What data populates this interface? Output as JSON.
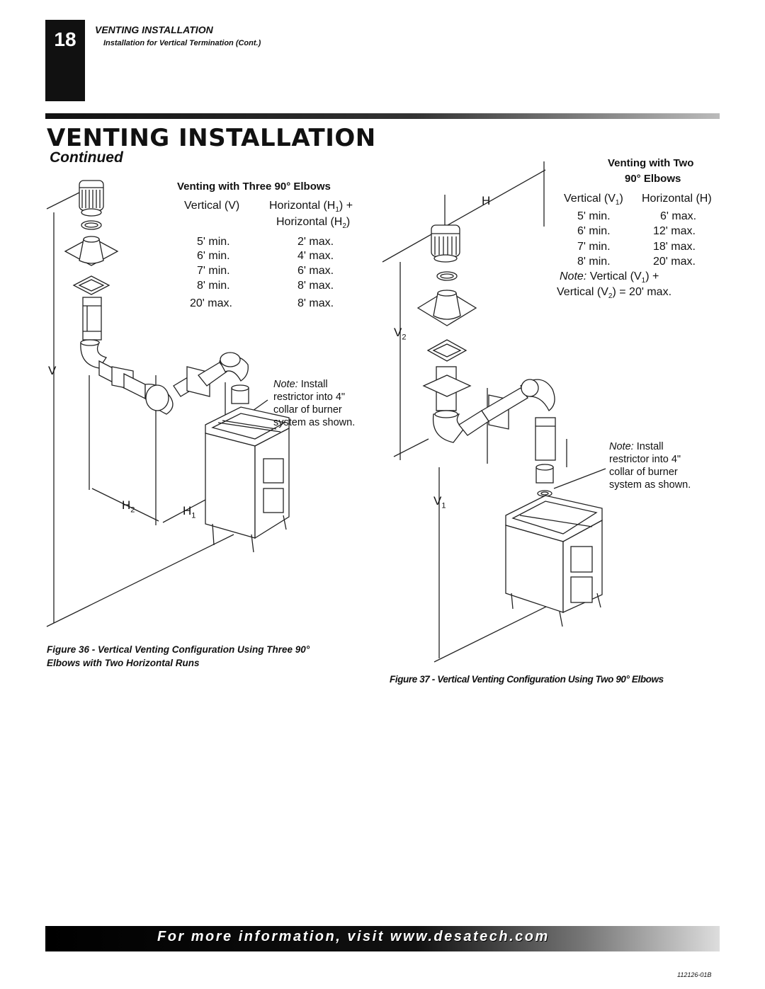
{
  "header": {
    "page_number": "18",
    "section_title": "VENTING INSTALLATION",
    "section_subtitle": "Installation for Vertical Termination (Cont.)"
  },
  "title": {
    "main": "VENTING INSTALLATION",
    "continued": "Continued"
  },
  "fig36": {
    "table": {
      "title": "Venting with Three 90° Elbows",
      "col_vertical": "Vertical (V)",
      "col_horizontal_a": "Horizontal (H",
      "sub1": "1",
      "plus": ") +",
      "col_horizontal_b": "Horizontal (H",
      "sub2": "2",
      "close": ")",
      "rows": [
        [
          "5' min.",
          "2' max."
        ],
        [
          "6' min.",
          "4' max."
        ],
        [
          "7' min.",
          "6' max."
        ],
        [
          "8' min.",
          "8' max."
        ],
        [
          "20' max.",
          "8' max."
        ]
      ]
    },
    "note_label": "Note:",
    "note_text_1": "Install",
    "note_text_2": "restrictor into 4\"",
    "note_text_3": "collar of burner",
    "note_text_4": "system as shown.",
    "labels": {
      "v": "V",
      "h2": "H",
      "h2_sub": "2",
      "h1": "H",
      "h1_sub": "1"
    },
    "caption_1": "Figure 36 - Vertical Venting Configuration Using Three 90°",
    "caption_2": "Elbows with Two Horizontal Runs"
  },
  "fig37": {
    "table": {
      "title_1": "Venting with Two",
      "title_2": "90° Elbows",
      "col_vertical": "Vertical (V",
      "col_vertical_sub": "1",
      "col_vertical_close": ")",
      "col_horizontal": "Horizontal (H)",
      "rows": [
        [
          "5' min.",
          "6' max."
        ],
        [
          "6' min.",
          "12' max."
        ],
        [
          "7' min.",
          "18' max."
        ],
        [
          "8' min.",
          "20' max."
        ]
      ],
      "note_label": "Note:",
      "note_v1": "Vertical (V",
      "note_v1_sub": "1",
      "note_v1_close": ") +",
      "note_v2": "Vertical (V",
      "note_v2_sub": "2",
      "note_v2_close": ") = 20' max."
    },
    "note_label": "Note:",
    "note_text_1": "Install",
    "note_text_2": "restrictor into 4\"",
    "note_text_3": "collar of burner",
    "note_text_4": "system as shown.",
    "labels": {
      "h": "H",
      "v2": "V",
      "v2_sub": "2",
      "v1": "V",
      "v1_sub": "1"
    },
    "caption": "Figure 37 - Vertical Venting Configuration Using Two 90° Elbows"
  },
  "footer": {
    "text": "For more information, visit www.desatech.com",
    "doc_id": "112126-01B"
  }
}
